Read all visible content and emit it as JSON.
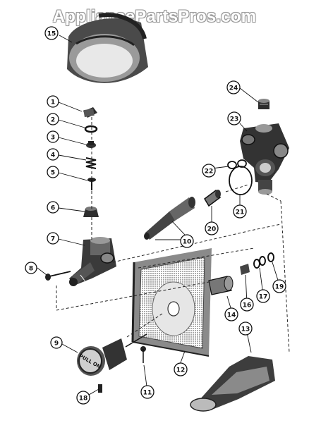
{
  "watermark": "AppliancePartsPros.com",
  "knob_text": "PULL ON",
  "callouts": [
    {
      "id": "c1",
      "label": "1"
    },
    {
      "id": "c2",
      "label": "2"
    },
    {
      "id": "c3",
      "label": "3"
    },
    {
      "id": "c4",
      "label": "4"
    },
    {
      "id": "c5",
      "label": "5"
    },
    {
      "id": "c6",
      "label": "6"
    },
    {
      "id": "c7",
      "label": "7"
    },
    {
      "id": "c8",
      "label": "8"
    },
    {
      "id": "c9",
      "label": "9"
    },
    {
      "id": "c10",
      "label": "10"
    },
    {
      "id": "c11",
      "label": "11"
    },
    {
      "id": "c12",
      "label": "12"
    },
    {
      "id": "c13",
      "label": "13"
    },
    {
      "id": "c14",
      "label": "14"
    },
    {
      "id": "c15",
      "label": "15"
    },
    {
      "id": "c16",
      "label": "16"
    },
    {
      "id": "c17",
      "label": "17"
    },
    {
      "id": "c18",
      "label": "18"
    },
    {
      "id": "c19",
      "label": "19"
    },
    {
      "id": "c20",
      "label": "20"
    },
    {
      "id": "c21",
      "label": "21"
    },
    {
      "id": "c22",
      "label": "22"
    },
    {
      "id": "c23",
      "label": "23"
    },
    {
      "id": "c24",
      "label": "24"
    },
    {
      "id": "c16b",
      "label": "16"
    }
  ]
}
